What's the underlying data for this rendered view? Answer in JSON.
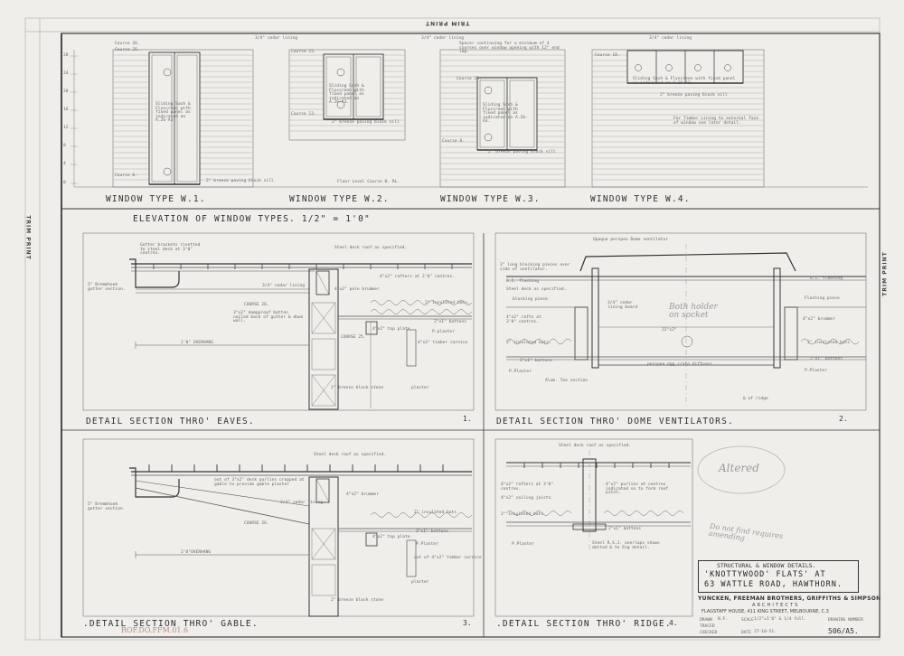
{
  "trim_labels": {
    "top": "TRIM PRINT",
    "left": "TRIM PRINT",
    "right": "TRIM PRINT"
  },
  "window_types": {
    "w1": "WINDOW TYPE W.1.",
    "w2": "WINDOW TYPE W.2.",
    "w3": "WINDOW TYPE W.3.",
    "w4": "WINDOW TYPE W.4."
  },
  "elevation_title": "ELEVATION OF WINDOW TYPES. 1/2\" = 1'0\"",
  "elevation_notes": {
    "w1_lining": "3/4\" cedar lining",
    "w1_sash": "Sliding Sash & Flyscreen with fixed panel as indicated on A.26-A3.",
    "w1_course26": "Course 26.",
    "w1_course25": "Course 25.",
    "w1_course0": "Course 0.",
    "w1_block": "2\" breeze paving block sill",
    "w2_lining": "3/4\" cedar lining",
    "w2_course23": "Course 23.",
    "w2_course13": "Course 13.",
    "w2_sash": "Sliding Sash & Flyscreen with fixed panel as indicated on A.26-A3.",
    "w2_block": "2\" breeze paving block sill",
    "floor_level": "Floor Level Course 0. RL.",
    "w3_spacer": "Spacer continuing for a minimum of 4 courses over window opening with 12\" end lap.",
    "w3_course20": "Course 20.",
    "w3_course8": "Course 8.",
    "w3_sash": "Sliding Sash & Flyscreen with fixed panel as indicated on A.26-A3.",
    "w3_block": "2\" breeze paving block sill",
    "w4_lining": "3/4\" cedar lining",
    "w4_course18": "Course 18.",
    "w4_sash": "Sliding Sash & Flyscreen with fixed panel as indicated on A.26-A3.",
    "w4_block": "2\" breeze paving block sill",
    "w4_timber": "For Timber Lining to external face of window see later detail."
  },
  "scale_ticks": [
    "28",
    "24",
    "20",
    "16",
    "12",
    "8",
    "4",
    "0"
  ],
  "details": [
    {
      "title": "DETAIL SECTION THRO' EAVES.",
      "num": "1."
    },
    {
      "title": "DETAIL SECTION THRO' DOME VENTILATORS.",
      "num": "2."
    },
    {
      "title": ".DETAIL SECTION THRO' GABLE.",
      "num": "3."
    },
    {
      "title": ".DETAIL SECTION THRO' RIDGE.",
      "num": "4."
    }
  ],
  "eaves_notes": {
    "gutter": "Gutter brackets rivetted to steel deck at 3'0\" centres.",
    "steel_deck": "Steel deck roof as specified.",
    "rafters": "4\"x2\" rafters at 2'0\" centres.",
    "lining": "3/4\" cedar lining",
    "brace": "4\"x2\" pole brummer",
    "scotia": "5\" Bremmhook gutter section.",
    "course26": "COURSE 26.",
    "dampproof": "3\"x2\" dampproof batten nailed back of gutter & down wall.",
    "insulation": "2\" insulated bats.",
    "battens": "2\"x1\" battens",
    "plaster": "P.plaster",
    "top_plate": "4\"x2\" top plate",
    "timber_cornice": "4\"x2\" timber cornice",
    "overhang": "2'0\" OVERHANG",
    "course25": "COURSE 25.",
    "block": "2\" breeze block stone",
    "plaster2": "plaster"
  },
  "dome_notes": {
    "opaque": "Opaque perspex Dome ventilator",
    "blocking": "3\" long blocking pieces over side of ventilator.",
    "ci_flashing": "G.I. flashing",
    "steel_deck": "Steel deck as specified.",
    "blocking_piece": "blocking piece",
    "ci_flashing_r": "G.I. flashing",
    "flashing_piece": "Flashing piece",
    "cedar_lining": "3/4\" cedar lining board",
    "rafters": "4\"x2\" rafts at 3'0\" centres.",
    "insulated": "2\" insulated bats.",
    "battens": "2\"x1\" battens",
    "plaster": "P.Plaster",
    "brummer": "4\"x2\" brummer",
    "insulated_r": "2\" insulated bats",
    "battens_r": "2\"x1\" battens",
    "plaster_r": "P.Plaster",
    "perspex": "perspex egg crate diffuser",
    "alum": "Alum. Tee section",
    "ridge": "& of ridge",
    "handwriting": "Both holder on socket",
    "dim": "22\"x2\""
  },
  "gable_notes": {
    "steel_deck": "Steel deck roof as specified.",
    "purlins": "out of 3\"x2\" deck purlins cropped at gable to provide gable plaster",
    "brummer": "4\"x2\" brummer",
    "lining": "3/4\" cedar lining",
    "scotia": "5\" Bremmhook gutter section",
    "course26": "COURSE 26.",
    "insulated": "2\" insulated bats",
    "battens": "2\"x1\" battens",
    "top_plate": "4\"x2\" top plate",
    "plaster": "P.Plaster",
    "cornice": "out of 4\"x2\" timber cornice",
    "overhang": "2'0\"OVERHANG",
    "plaster2": "plaster",
    "block": "2\" breeze block stone"
  },
  "ridge_notes": {
    "steel_deck": "Steel deck roof as specified.",
    "rafters": "4\"x2\" rafters at 3'0\" centres.",
    "purlins": "4\"x2\" purlins at centres indicated so to form roof pitch.",
    "ceiling": "4\"x2\" ceiling joists.",
    "insulated": "2\" insulated bats",
    "battens": "2\"x1\" battens",
    "plaster": "P.Plaster",
    "steel": "Steel R.S.J. overlaps shown dotted & to Eng detail."
  },
  "pencil_notes": {
    "altered": "Altered",
    "donot": "Do not find requires amending"
  },
  "title_block": {
    "line1": "STRUCTURAL & WINDOW DETAILS.",
    "line2": "'KNOTTYWOOD' FLATS' AT",
    "line3": "63 WATTLE ROAD, HAWTHORN.",
    "firm": "YUNCKEN, FREEMAN BROTHERS, GRIFFITHS & SIMPSON",
    "architects": "ARCHITECTS",
    "address": "FLAGSTAFF HOUSE, 411 KING STREET, MELBOURNE, C.3",
    "drawn": "DRAWN",
    "traced": "TRACED",
    "checked": "CHECKED",
    "scale_label": "SCALE",
    "scale": "1/2\"=1'0\" & 1/4 full.",
    "date_label": "DATE",
    "date": "27-10-51.",
    "drawing_no_label": "DRAWING NUMBER",
    "drawing_no": "506/A5.",
    "drawn_by": "N.F."
  },
  "stamp": "ROF.DO.FFM.01.6"
}
